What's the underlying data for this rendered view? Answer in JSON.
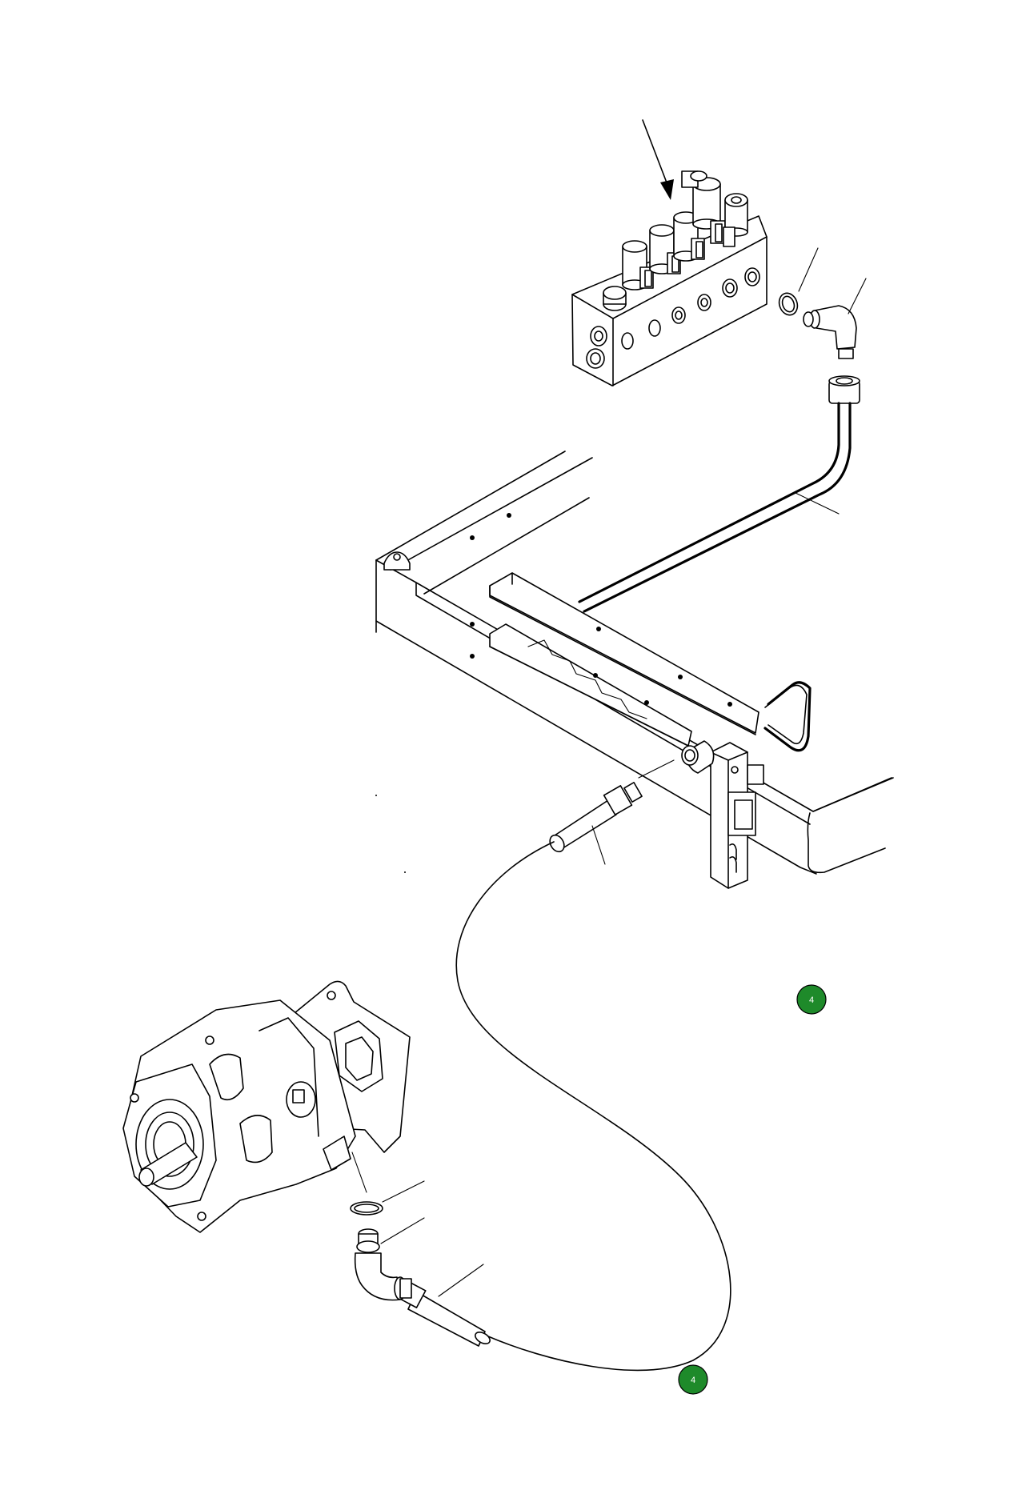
{
  "diagram": {
    "type": "exploded parts diagram",
    "reference_markers": [
      {
        "id": "ref-upper",
        "label": "4",
        "color": "#1e8a2a"
      },
      {
        "id": "ref-lower",
        "label": "4",
        "color": "#1e8a2a"
      }
    ]
  }
}
